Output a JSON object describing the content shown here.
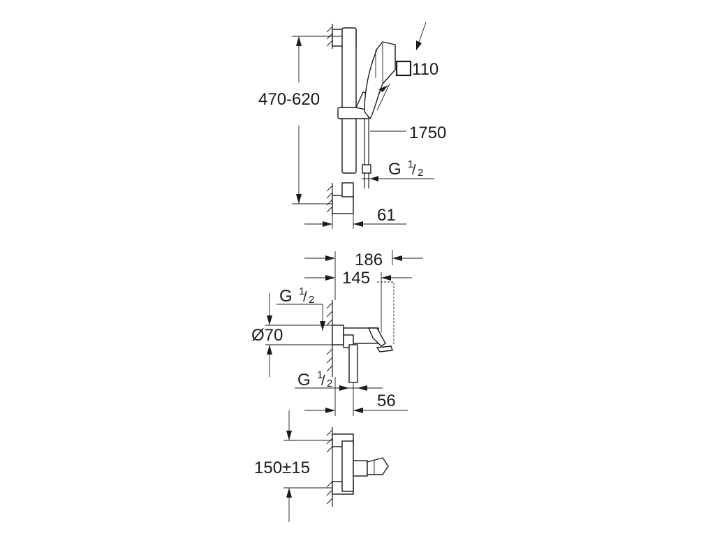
{
  "dimensions": {
    "rail_adjust": "470-620",
    "hand_shower_size": "110",
    "hose_length": "1750",
    "hose_thread": "G",
    "hose_thread_frac_num": "1",
    "hose_thread_frac_den": "2",
    "rail_depth": "61",
    "mixer_depth_total": "186",
    "mixer_depth_body": "145",
    "inlet_thread": "G",
    "inlet_thread_frac_num": "1",
    "inlet_thread_frac_den": "2",
    "escutcheon_diameter": "Ø70",
    "outlet_thread": "G",
    "outlet_thread_frac_num": "1",
    "outlet_thread_frac_den": "2",
    "outlet_offset": "56",
    "inlet_spacing": "150±15"
  }
}
